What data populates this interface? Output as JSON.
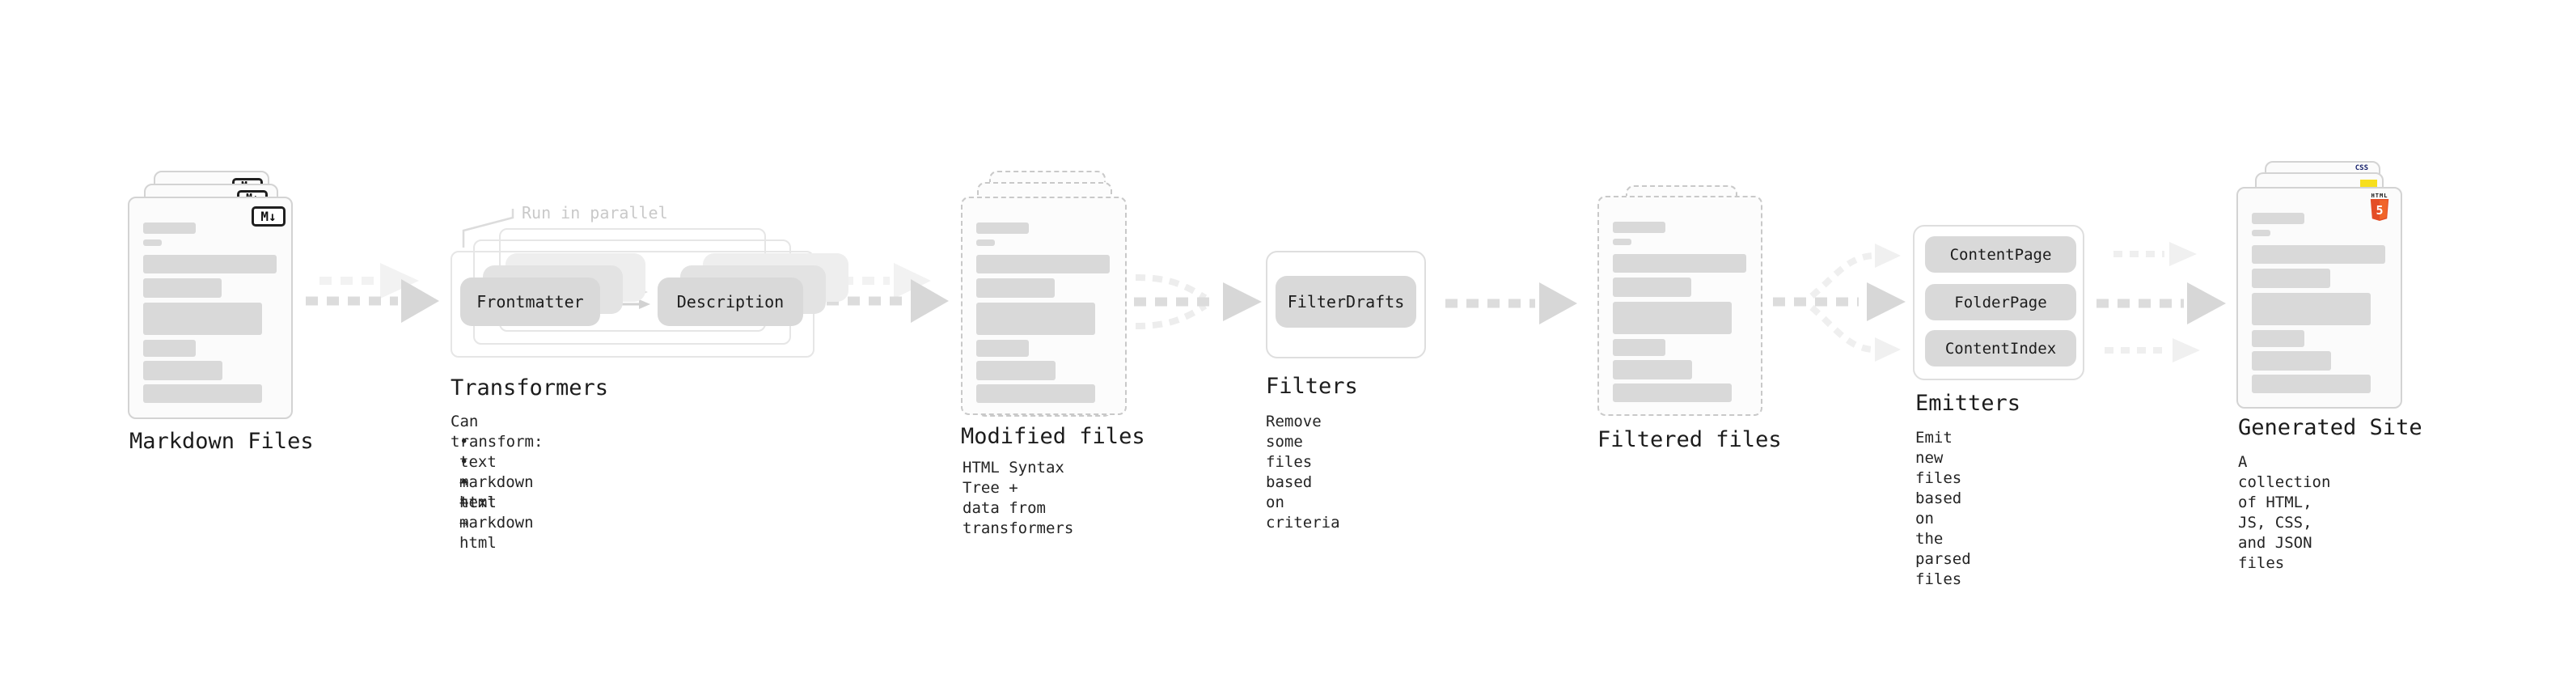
{
  "colors": {
    "html5_orange": "#e44d26",
    "html5_orange_light": "#f16529",
    "js_yellow": "#f7df1e",
    "css_blue": "#2965f1",
    "node_gray": "#d9d9d9",
    "arrow_gray": "#dcdcdc"
  },
  "stages": {
    "markdown": {
      "title": "Markdown Files",
      "badge": "M↓"
    },
    "transformers": {
      "title": "Transformers",
      "note": "Run in parallel",
      "nodes": [
        "Frontmatter",
        "Description"
      ],
      "desc_heading": "Can transform:",
      "bullets": [
        "• text → text",
        "• markdown → markdown",
        "• html → html"
      ]
    },
    "modified": {
      "title": "Modified files",
      "desc": "HTML Syntax Tree +\ndata from transformers"
    },
    "filters": {
      "title": "Filters",
      "node": "FilterDrafts",
      "desc": "Remove some files based\non criteria"
    },
    "filtered": {
      "title": "Filtered files"
    },
    "emitters": {
      "title": "Emitters",
      "nodes": [
        "ContentPage",
        "FolderPage",
        "ContentIndex"
      ],
      "desc": "Emit new files based on\nthe parsed files"
    },
    "site": {
      "title": "Generated Site",
      "desc": "A collection of HTML,\nJS, CSS, and JSON files",
      "css_badge": "CSS",
      "html5_word": "HTML",
      "html5_number": "5"
    }
  }
}
